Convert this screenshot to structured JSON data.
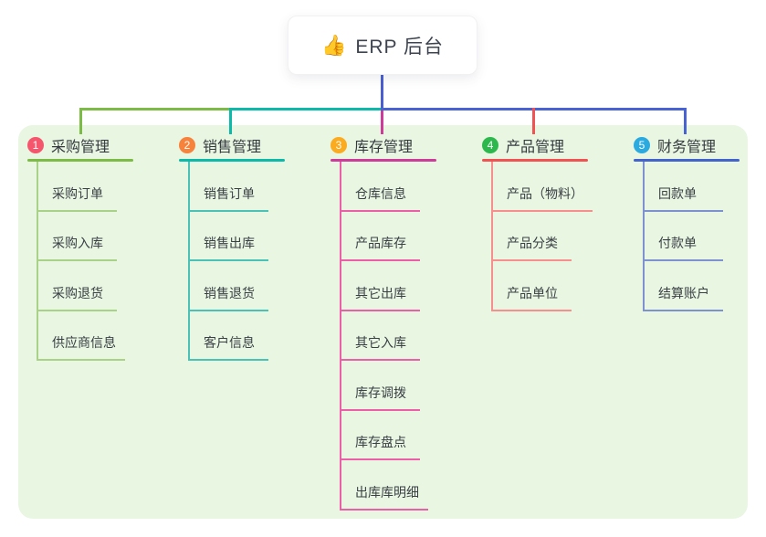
{
  "root": {
    "icon": "👍",
    "title": "ERP 后台"
  },
  "colors": {
    "panel_background": "#e9f6e2",
    "root_stem": "#4a5ed2",
    "branch_1": "#7cbb45",
    "branch_2": "#0db9a9",
    "branch_3": "#ce3b9b",
    "branch_4": "#f25252",
    "branch_5": "#4364cd",
    "badge_1": "#f5566d",
    "badge_2": "#f6823c",
    "badge_3": "#fbab1f",
    "badge_4": "#2db84e",
    "badge_5": "#2baae0",
    "children_1": "#a9d288",
    "children_2": "#4ac2b8",
    "children_3": "#ec5fa8",
    "children_4": "#f68f8d",
    "children_5": "#7e92d0"
  },
  "branches": [
    {
      "index": "1",
      "label": "采购管理",
      "children": [
        {
          "label": "采购订单"
        },
        {
          "label": "采购入库"
        },
        {
          "label": "采购退货"
        },
        {
          "label": "供应商信息"
        }
      ]
    },
    {
      "index": "2",
      "label": "销售管理",
      "children": [
        {
          "label": "销售订单"
        },
        {
          "label": "销售出库"
        },
        {
          "label": "销售退货"
        },
        {
          "label": "客户信息"
        }
      ]
    },
    {
      "index": "3",
      "label": "库存管理",
      "children": [
        {
          "label": "仓库信息"
        },
        {
          "label": "产品库存"
        },
        {
          "label": "其它出库"
        },
        {
          "label": "其它入库"
        },
        {
          "label": "库存调拨"
        },
        {
          "label": "库存盘点"
        },
        {
          "label": "出库库明细"
        }
      ]
    },
    {
      "index": "4",
      "label": "产品管理",
      "children": [
        {
          "label": "产品（物料）"
        },
        {
          "label": "产品分类"
        },
        {
          "label": "产品单位"
        }
      ]
    },
    {
      "index": "5",
      "label": "财务管理",
      "children": [
        {
          "label": "回款单"
        },
        {
          "label": "付款单"
        },
        {
          "label": "结算账户"
        }
      ]
    }
  ]
}
